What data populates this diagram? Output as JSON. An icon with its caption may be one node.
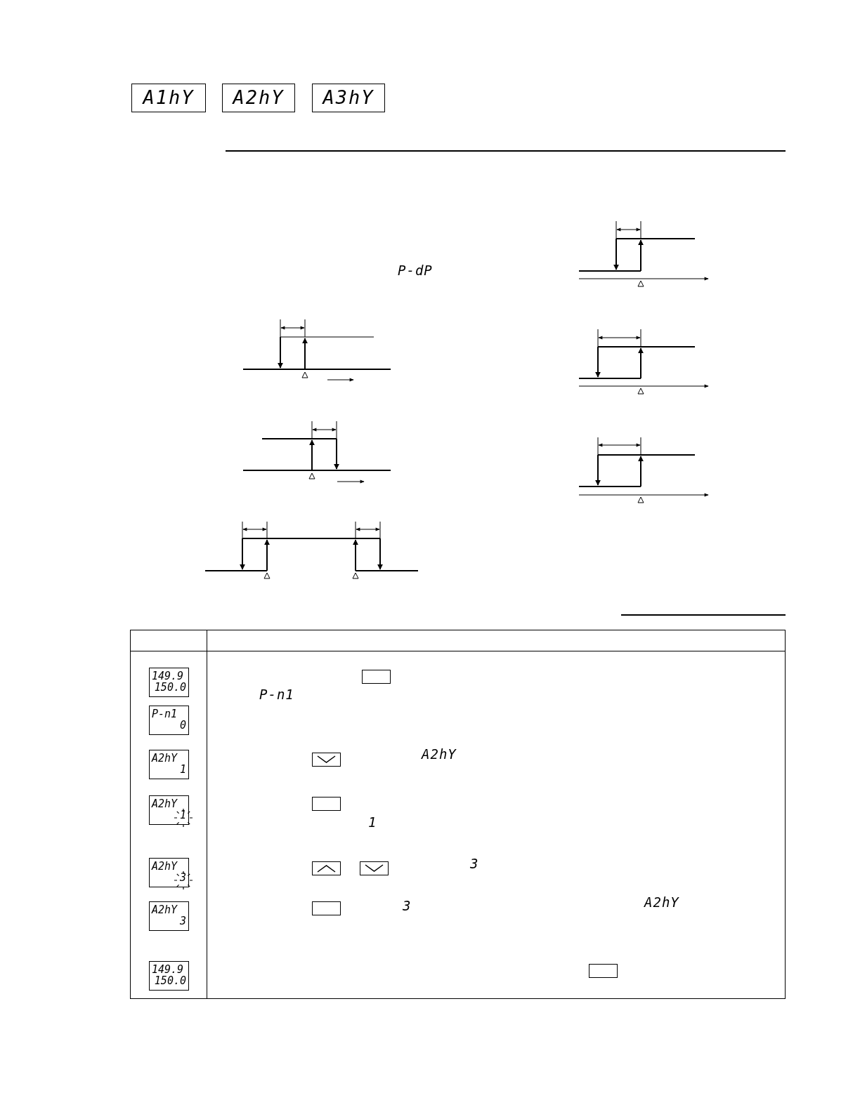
{
  "diagram": {
    "nodes": [
      {
        "text": [
          "A1hY"
        ]
      },
      {
        "text": [
          "A2hY"
        ]
      },
      {
        "text": [
          "A3hY"
        ]
      },
      {
        "text": [
          "149.9",
          "150.0"
        ]
      },
      {
        "text": [
          "P-n1",
          "0"
        ]
      },
      {
        "text": [
          "A2hY",
          "1"
        ]
      },
      {
        "text": [
          "A2hY",
          "1"
        ]
      },
      {
        "text": [
          "A2hY",
          "3"
        ]
      },
      {
        "text": [
          "A2hY",
          "3"
        ]
      },
      {
        "text": [
          "149.9",
          "150.0"
        ]
      }
    ],
    "labels": [
      "P-dP",
      "P-n1",
      "A2hY",
      "1",
      "3",
      "3",
      "A2hY"
    ]
  }
}
